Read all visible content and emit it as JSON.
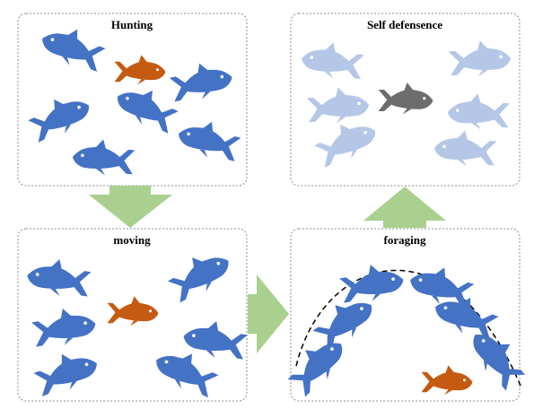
{
  "panels": {
    "hunting": {
      "title": "Hunting"
    },
    "defense": {
      "title": "Self defensence"
    },
    "moving": {
      "title": "moving"
    },
    "foraging": {
      "title": "foraging"
    }
  },
  "colors": {
    "school_fish": "#4472c4",
    "light_fish": "#b4c7e7",
    "predator_orange": "#c55a11",
    "predator_gray": "#6d6d6d",
    "arrow_green": "#a9d08e",
    "panel_border": "#8c8c8c",
    "eye": "#ffffff",
    "arc": "#000000"
  },
  "icons": {
    "fish": "fish-icon",
    "arrow_down": "arrow-down-icon",
    "arrow_up": "arrow-up-icon",
    "arrow_right": "arrow-right-icon"
  }
}
